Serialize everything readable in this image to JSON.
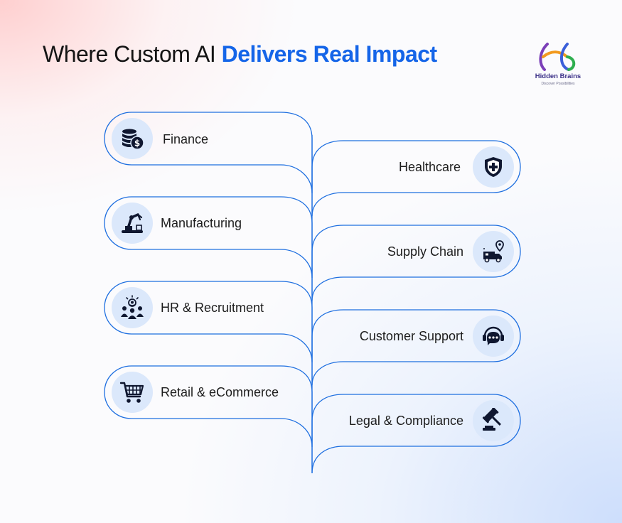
{
  "title": {
    "prefix": "Where Custom AI ",
    "highlight": "Delivers Real Impact"
  },
  "logo": {
    "name": "Hidden Brains",
    "tagline": "Discover Possibilities"
  },
  "colors": {
    "accent": "#1565e8",
    "connector": "#1e6fe0",
    "icon_bg": "#dbe8fb",
    "icon": "#0f1730"
  },
  "items": {
    "finance": {
      "label": "Finance",
      "icon": "coins-dollar-icon"
    },
    "healthcare": {
      "label": "Healthcare",
      "icon": "medical-shield-icon"
    },
    "manufacturing": {
      "label": "Manufacturing",
      "icon": "robot-arm-icon"
    },
    "supply_chain": {
      "label": "Supply Chain",
      "icon": "delivery-truck-icon"
    },
    "hr": {
      "label": "HR & Recruitment",
      "icon": "team-search-icon"
    },
    "customer_support": {
      "label": "Customer Support",
      "icon": "headset-chat-icon"
    },
    "retail": {
      "label": "Retail & eCommerce",
      "icon": "shopping-cart-icon"
    },
    "legal": {
      "label": "Legal & Compliance",
      "icon": "gavel-icon"
    }
  }
}
